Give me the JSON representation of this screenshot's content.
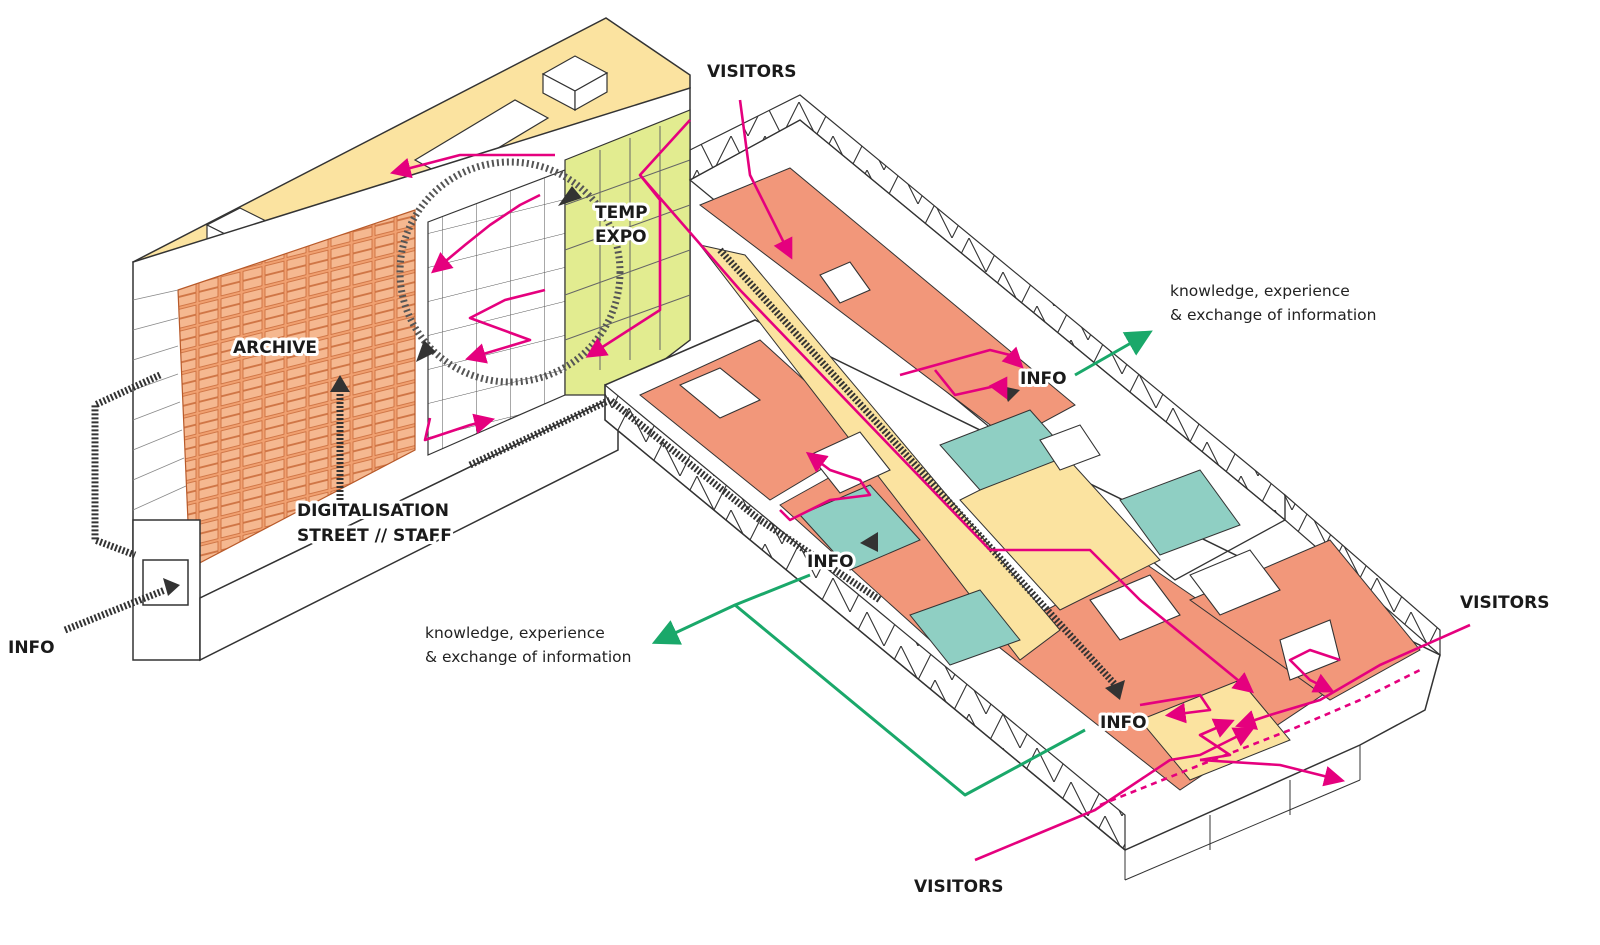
{
  "labels": {
    "archive": "ARCHIVE",
    "temp_expo_line1": "TEMP",
    "temp_expo_line2": "EXPO",
    "digitalisation_line1": "DIGITALISATION",
    "digitalisation_line2": "STREET // STAFF",
    "info_left": "INFO",
    "info_top": "INFO",
    "info_middle": "INFO",
    "info_bottom": "INFO",
    "visitors_top": "VISITORS",
    "visitors_right": "VISITORS",
    "visitors_bottom": "VISITORS",
    "knowledge_right_line1": "knowledge, experience",
    "knowledge_right_line2": "& exchange of information",
    "knowledge_left_line1": "knowledge, experience",
    "knowledge_left_line2": "& exchange of information"
  },
  "colors": {
    "visitor_path": "#e5007e",
    "knowledge_path": "#1aa86a",
    "staff_path": "#333333",
    "archive": "#f0a070",
    "roof": "#fbe3a0",
    "expo": "#e2ec90",
    "salmon_floor": "#f2977a",
    "teal_zone": "#8fcfc3",
    "yellow_zone": "#fbe3a0"
  }
}
